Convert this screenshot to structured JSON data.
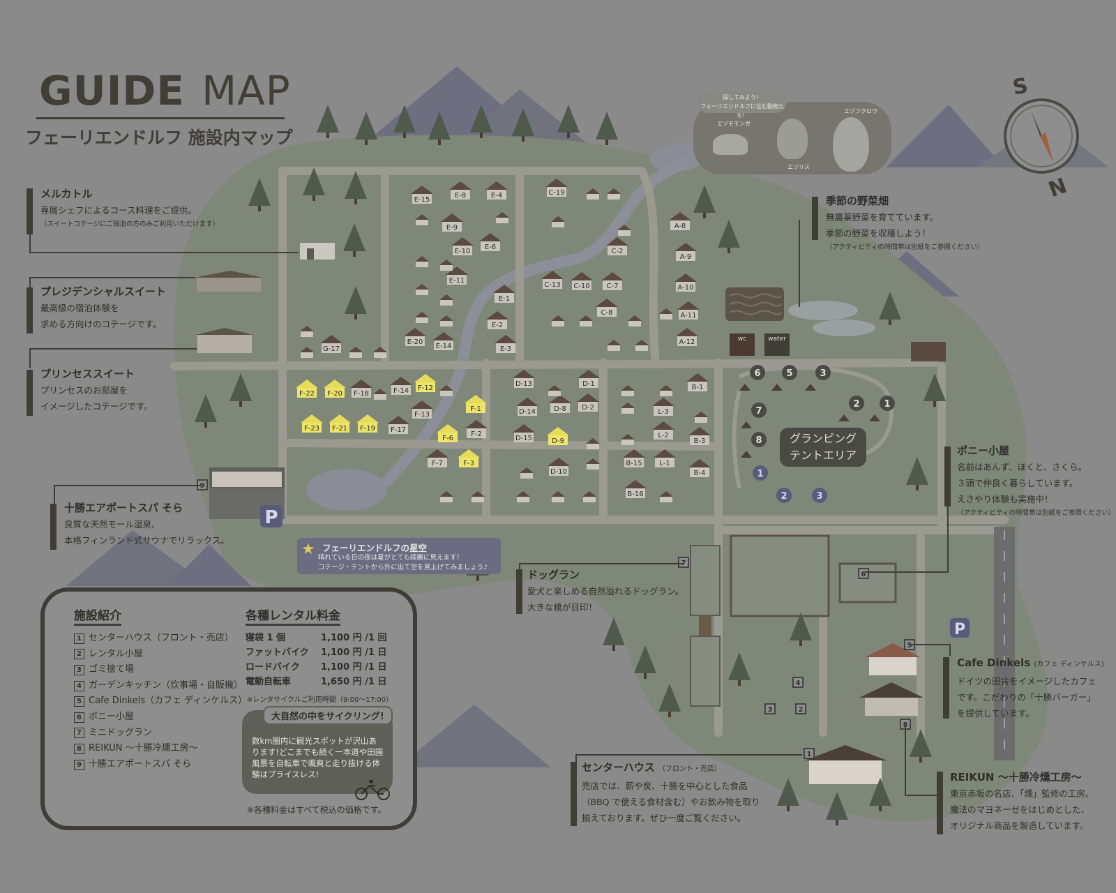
{
  "title": {
    "guide": "GUIDE",
    "map": "MAP",
    "subtitle": "フェーリエンドルフ 施設内マップ"
  },
  "compass": {
    "s": "S",
    "n": "N"
  },
  "fauna": {
    "tag_line1": "探してみよう！",
    "tag_line2": "フェーリエンドルフに住む動物たち！",
    "animals": [
      "エゾモモンガ",
      "エゾリス",
      "エゾフクロウ"
    ]
  },
  "callouts": {
    "merkatol": {
      "title": "メルカトル",
      "line1": "専属シェフによるコース料理をご提供。",
      "note": "（スイートコテージにご宿泊の方のみご利用いただけます）"
    },
    "presidential": {
      "title": "プレジデンシャルスイート",
      "line1": "最高級の宿泊体験を",
      "line2": "求める方向けのコテージです。"
    },
    "princess": {
      "title": "プリンセススイート",
      "line1": "プリンセスのお部屋を",
      "line2": "イメージしたコテージです。"
    },
    "airport_spa": {
      "title": "十勝エアポートスパ そら",
      "line1": "良質な天然モール温泉、",
      "line2": "本格フィンランド式サウナでリラックス。"
    },
    "vegetable": {
      "title": "季節の野菜畑",
      "line1": "無農薬野菜を育てています。",
      "line2": "季節の野菜を収穫しよう！",
      "note": "（アクティビティの時間帯は別紙をご参照ください）"
    },
    "pony": {
      "title": "ポニー小屋",
      "line1": "名前はあんず、ほくと、さくら。",
      "line2": "３頭で仲良く暮らしています。",
      "line3": "えさやり体験も実施中！",
      "note": "（アクティビティの時間帯は別紙をご参照ください）"
    },
    "dogrun": {
      "title": "ドッグラン",
      "line1": "愛犬と楽しめる自然溢れるドッグラン。",
      "line2": "大きな橋が目印！"
    },
    "cafe": {
      "title": "Cafe Dinkels",
      "title_note": "(カフェ ディンケルス)",
      "line1": "ドイツの田舎をイメージしたカフェ",
      "line2": "です。こだわりの「十勝バーガー」",
      "line3": "を提供しています。"
    },
    "center": {
      "title": "センターハウス",
      "title_note": "（フロント・売店）",
      "line1": "売店では、薪や炭、十勝を中心とした食品",
      "line2": "（BBQ で使える食材含む）やお飲み物を取り",
      "line3": "揃えております。ぜひ一度ご覧ください。"
    },
    "reikun": {
      "title": "REIKUN 〜十勝冷燻工房〜",
      "line1": "東京赤坂の名店、「燻」監修の工房。",
      "line2": "魔法のマヨネーゼをはじめとした、",
      "line3": "オリジナル商品を製造しています。"
    }
  },
  "starry": {
    "title": "フェーリエンドルフの星空",
    "line1": "晴れている日の夜は星がとても綺麗に見えます！",
    "line2": "コテージ・テントから外に出て空を見上げてみましょう♪"
  },
  "glamping": {
    "line1": "グランピング",
    "line2": "テントエリア"
  },
  "facilities": {
    "heading": "施設紹介",
    "items": [
      {
        "num": "1",
        "label": "センターハウス（フロント・売店）"
      },
      {
        "num": "2",
        "label": "レンタル小屋"
      },
      {
        "num": "3",
        "label": "ゴミ捨て場"
      },
      {
        "num": "4",
        "label": "ガーデンキッチン（炊事場・自販機）"
      },
      {
        "num": "5",
        "label": "Cafe Dinkels（カフェ ディンケルス）"
      },
      {
        "num": "6",
        "label": "ポニー小屋"
      },
      {
        "num": "7",
        "label": "ミニドッグラン"
      },
      {
        "num": "8",
        "label": "REIKUN 〜十勝冷燻工房〜"
      },
      {
        "num": "9",
        "label": "十勝エアポートスパ そら"
      }
    ]
  },
  "rental": {
    "heading": "各種レンタル料金",
    "items": [
      {
        "name": "寝袋 1 個",
        "price": "1,100 円 /1 回"
      },
      {
        "name": "ファットバイク",
        "price": "1,100 円 /1 日"
      },
      {
        "name": "ロードバイク",
        "price": "1,100 円 /1 日"
      },
      {
        "name": "電動自転車",
        "price": "1,650 円 /1 日"
      }
    ],
    "note": "※レンタサイクルご利用時間（9:00〜17:00）"
  },
  "cycling": {
    "title": "大自然の中をサイクリング!",
    "text": "数km圏内に観光スポットが沢山あります!どこまでも続く一本道や田園風景を自転車で颯爽と走り抜ける体験はプライスレス!"
  },
  "tax_note": "※各種料金はすべて税込の価格です。",
  "map_labels": {
    "parking": "P",
    "wc": "wc",
    "water": "water"
  },
  "cottages": [
    {
      "id": "E-15",
      "highlight": false
    },
    {
      "id": "E-8",
      "highlight": false
    },
    {
      "id": "E-4",
      "highlight": false
    },
    {
      "id": "C-19",
      "highlight": false
    },
    {
      "id": "E-9",
      "highlight": false
    },
    {
      "id": "A-8",
      "highlight": false
    },
    {
      "id": "E-10",
      "highlight": false
    },
    {
      "id": "E-6",
      "highlight": false
    },
    {
      "id": "C-2",
      "highlight": false
    },
    {
      "id": "A-9",
      "highlight": false
    },
    {
      "id": "E-11",
      "highlight": false
    },
    {
      "id": "C-13",
      "highlight": false
    },
    {
      "id": "C-10",
      "highlight": false
    },
    {
      "id": "C-7",
      "highlight": false
    },
    {
      "id": "A-10",
      "highlight": false
    },
    {
      "id": "E-1",
      "highlight": false
    },
    {
      "id": "C-8",
      "highlight": false
    },
    {
      "id": "A-11",
      "highlight": false
    },
    {
      "id": "E-2",
      "highlight": false
    },
    {
      "id": "G-17",
      "highlight": false
    },
    {
      "id": "E-20",
      "highlight": false
    },
    {
      "id": "E-14",
      "highlight": false
    },
    {
      "id": "E-3",
      "highlight": false
    },
    {
      "id": "A-12",
      "highlight": false
    },
    {
      "id": "F-22",
      "highlight": true
    },
    {
      "id": "F-20",
      "highlight": true
    },
    {
      "id": "F-18",
      "highlight": false
    },
    {
      "id": "F-14",
      "highlight": false
    },
    {
      "id": "F-12",
      "highlight": true
    },
    {
      "id": "D-13",
      "highlight": false
    },
    {
      "id": "D-1",
      "highlight": false
    },
    {
      "id": "B-1",
      "highlight": false
    },
    {
      "id": "F-13",
      "highlight": false
    },
    {
      "id": "F-1",
      "highlight": true
    },
    {
      "id": "D-14",
      "highlight": false
    },
    {
      "id": "D-8",
      "highlight": false
    },
    {
      "id": "D-2",
      "highlight": false
    },
    {
      "id": "L-3",
      "highlight": false
    },
    {
      "id": "F-23",
      "highlight": true
    },
    {
      "id": "F-21",
      "highlight": true
    },
    {
      "id": "F-19",
      "highlight": true
    },
    {
      "id": "F-17",
      "highlight": false
    },
    {
      "id": "F-6",
      "highlight": true
    },
    {
      "id": "F-2",
      "highlight": false
    },
    {
      "id": "D-15",
      "highlight": false
    },
    {
      "id": "D-9",
      "highlight": true
    },
    {
      "id": "L-2",
      "highlight": false
    },
    {
      "id": "B-3",
      "highlight": false
    },
    {
      "id": "F-7",
      "highlight": false
    },
    {
      "id": "F-3",
      "highlight": true
    },
    {
      "id": "D-10",
      "highlight": false
    },
    {
      "id": "B-15",
      "highlight": false
    },
    {
      "id": "L-1",
      "highlight": false
    },
    {
      "id": "B-4",
      "highlight": false
    },
    {
      "id": "B-16",
      "highlight": false
    }
  ],
  "tents": [
    "6",
    "5",
    "3",
    "7",
    "2",
    "1",
    "8"
  ],
  "glamp_markers": [
    "1",
    "2",
    "3"
  ],
  "map_numbers": [
    "9",
    "7",
    "6",
    "5",
    "4",
    "3",
    "2",
    "1",
    "8"
  ],
  "colors": {
    "background": "#8a8a8a",
    "land": "#7f8778",
    "road": "#9a9a90",
    "highlight": "#e6dc5a",
    "dark": "#3e3e36"
  }
}
